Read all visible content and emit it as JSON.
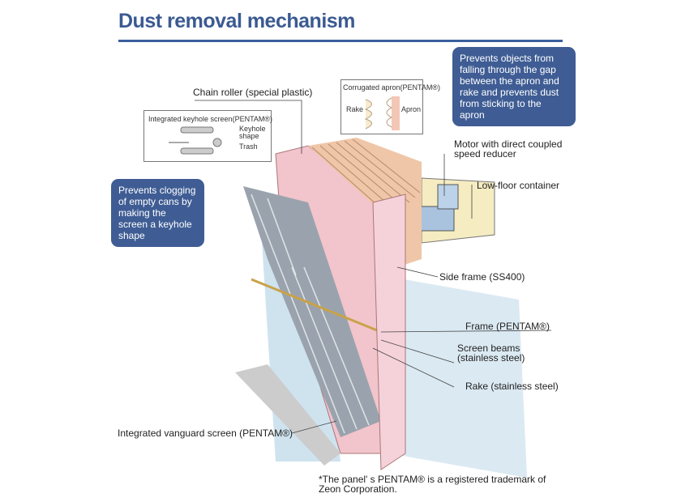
{
  "title": "Dust removal mechanism",
  "labels": {
    "chain_roller": "Chain roller (special plastic)",
    "keyhole_box_title": "Integrated keyhole screen(PENTAM®)",
    "keyhole_shape": "Keyhole shape",
    "trash": "Trash",
    "apron_box_title": "Corrugated apron(PENTAM®)",
    "rake": "Rake",
    "apron": "Apron",
    "motor": "Motor with direct coupled speed reducer",
    "container": "Low-floor container",
    "side_frame": "Side frame (SS400)",
    "frame": "Frame (PENTAM®)",
    "screen_beams": "Screen beams (stainless steel)",
    "rake_steel": "Rake (stainless steel)",
    "vanguard": "Integrated vanguard screen (PENTAM®)"
  },
  "bubbles": {
    "apron_note": "Prevents objects from falling through the gap between the apron and rake and prevents dust from sticking to the apron",
    "keyhole_note": "Prevents clogging of empty cans by making the screen a keyhole shape"
  },
  "footnote": "*The panel' s PENTAM® is a registered trademark of Zeon Corporation.",
  "colors": {
    "accent": "#3f5d94",
    "frame": "#f2c4cc",
    "water": "#cfe3ef"
  }
}
